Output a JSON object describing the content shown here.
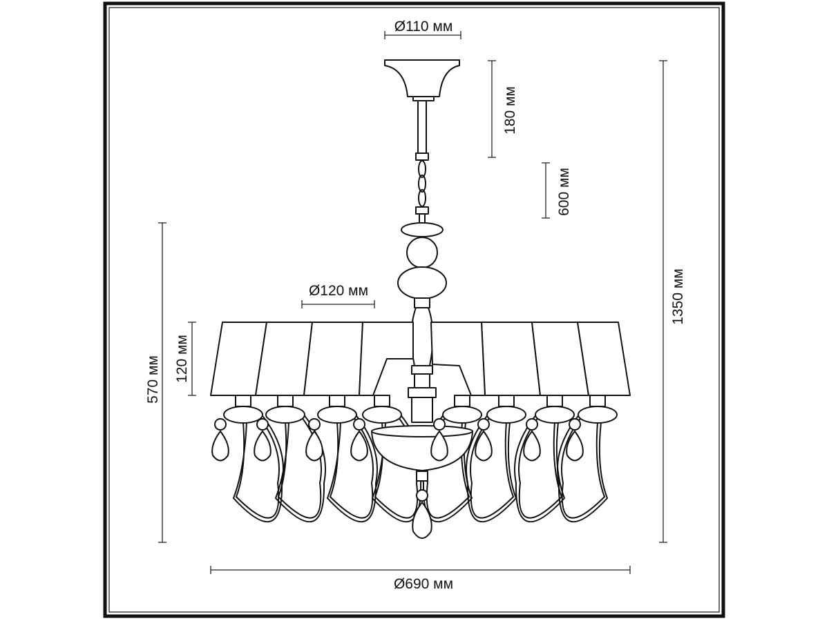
{
  "title": "Chandelier dimension drawing",
  "dimensions": {
    "canopy_diameter": "Ø110 мм",
    "canopy_height": "180 мм",
    "chain_length": "600 мм",
    "total_height": "1350 мм",
    "shade_diameter": "Ø120 мм",
    "shade_height": "120 мм",
    "body_height": "570 мм",
    "overall_diameter": "Ø690 мм"
  },
  "colors": {
    "line": "#111111",
    "background": "#ffffff"
  }
}
